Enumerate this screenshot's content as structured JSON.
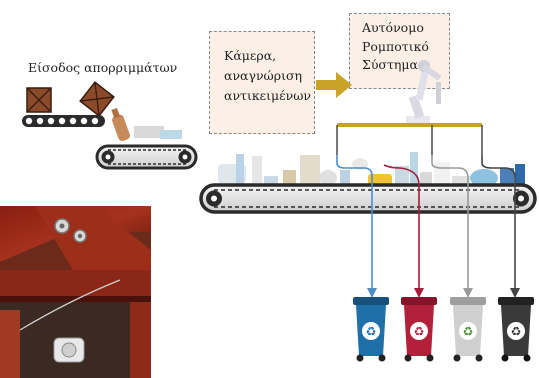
{
  "input_label": "Είσοδος απορριμμάτων",
  "camera_box": {
    "lines": [
      "Κάμερα,",
      "αναγνώριση",
      "αντικειμένων"
    ]
  },
  "robot_box": {
    "lines": [
      "Αυτόνομο",
      "Ρομποτικό",
      "Σύστημα"
    ]
  },
  "colors": {
    "box_fill": "#fbefe6",
    "arrow": "#c9a227",
    "belt": "#2b2b2b",
    "bin_blue": "#1f6fa8",
    "bin_red": "#b3203a",
    "bin_grey": "#c9c9c9",
    "bin_black": "#3a3a3a",
    "line_blue": "#4d8ec7",
    "line_red": "#a61d3a",
    "line_grey": "#9a9a9a",
    "line_dark": "#444444"
  },
  "icons": [
    "box-icon",
    "bottle-icon",
    "robot-arm-icon",
    "recycle-icon",
    "photo-sensor-icon"
  ]
}
